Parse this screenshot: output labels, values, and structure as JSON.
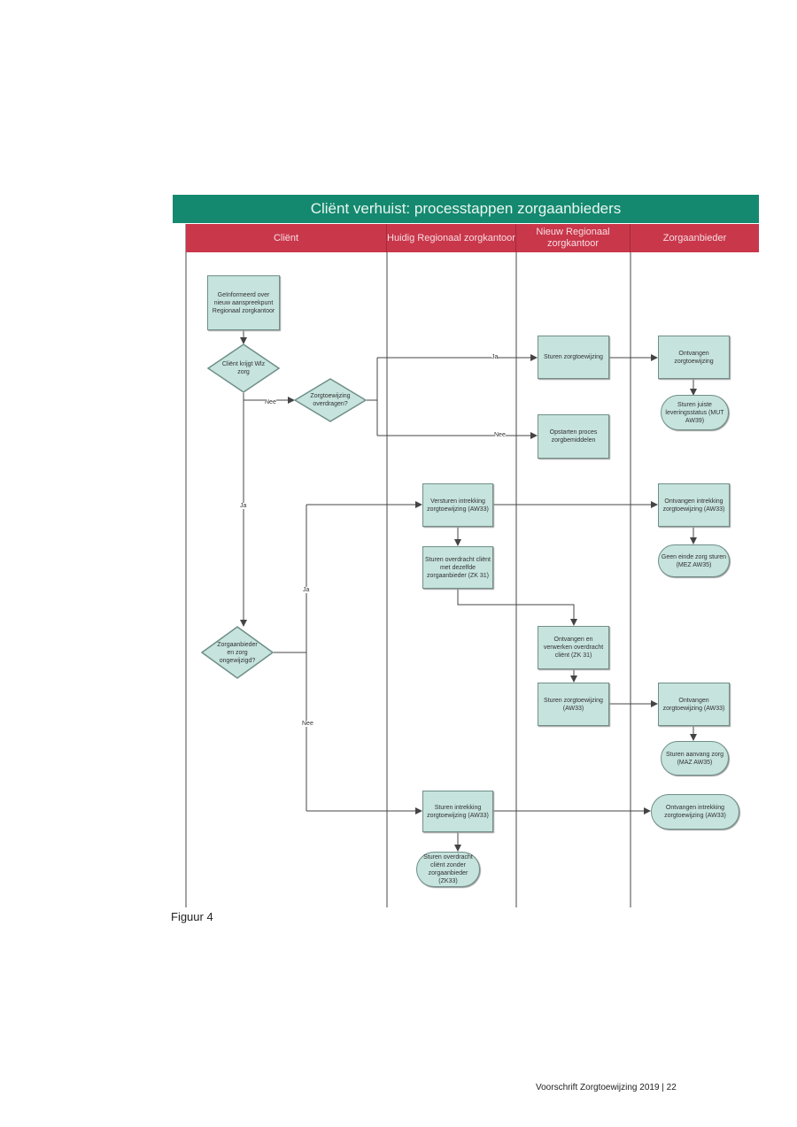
{
  "title": "Cliënt verhuist: processtappen zorgaanbieders",
  "lanes": [
    "Cliënt",
    "Huidig Regionaal zorgkantoor",
    "Nieuw Regionaal zorgkantoor",
    "Zorgaanbieder"
  ],
  "nodes": {
    "informed": "Geïnformeerd over nieuw aanspreekpunt Regionaal zorgkantoor",
    "wlz": "Cliënt krijgt Wlz zorg",
    "transfer": "Zorgtoewijzing overdragen?",
    "send_ztw": "Sturen zorgtoewijzing",
    "start_proc": "Opstarten proces zorgbemiddelen",
    "recv_ztw": "Ontvangen zorgtoewijzing",
    "send_status": "Sturen juiste leveringsstatus (MUT AW39)",
    "revoke": "Versturen intrekking zorgtoewijzing (AW33)",
    "send_transfer_same": "Sturen overdracht cliënt met dezelfde zorgaanbieder (ZK 31)",
    "recv_revoke": "Ontvangen intrekking zorgtoewijzing (AW33)",
    "no_end": "Geen einde zorg sturen (MEZ AW35)",
    "unchanged": "Zorgaanbieder en zorg ongewijzigd?",
    "recv_transfer": "Ontvangen en verwerken overdracht cliënt (ZK 31)",
    "send_ztw2": "Sturen zorgtoewijzing (AW33)",
    "recv_ztw2": "Ontvangen zorgtoewijzing (AW33)",
    "start_care": "Sturen aanvang zorg (MAZ AW35)",
    "revoke2": "Sturen intrekking zorgtoewijzing (AW33)",
    "send_transfer_none": "Sturen overdracht cliënt zonder zorgaanbieder (ZK33)",
    "recv_revoke2": "Ontvangen intrekking zorgtoewijzing (AW33)"
  },
  "edge_labels": {
    "nee1": "Nee",
    "ja1": "Ja",
    "nee2": "Nee",
    "ja2": "Ja",
    "ja3": "Ja",
    "nee3": "Nee"
  },
  "caption": "Figuur 4",
  "footer": "Voorschrift Zorgtoewijzing 2019 | 22",
  "colors": {
    "title": "#15896f",
    "header": "#c9374b",
    "node": "#c6e3dd"
  }
}
